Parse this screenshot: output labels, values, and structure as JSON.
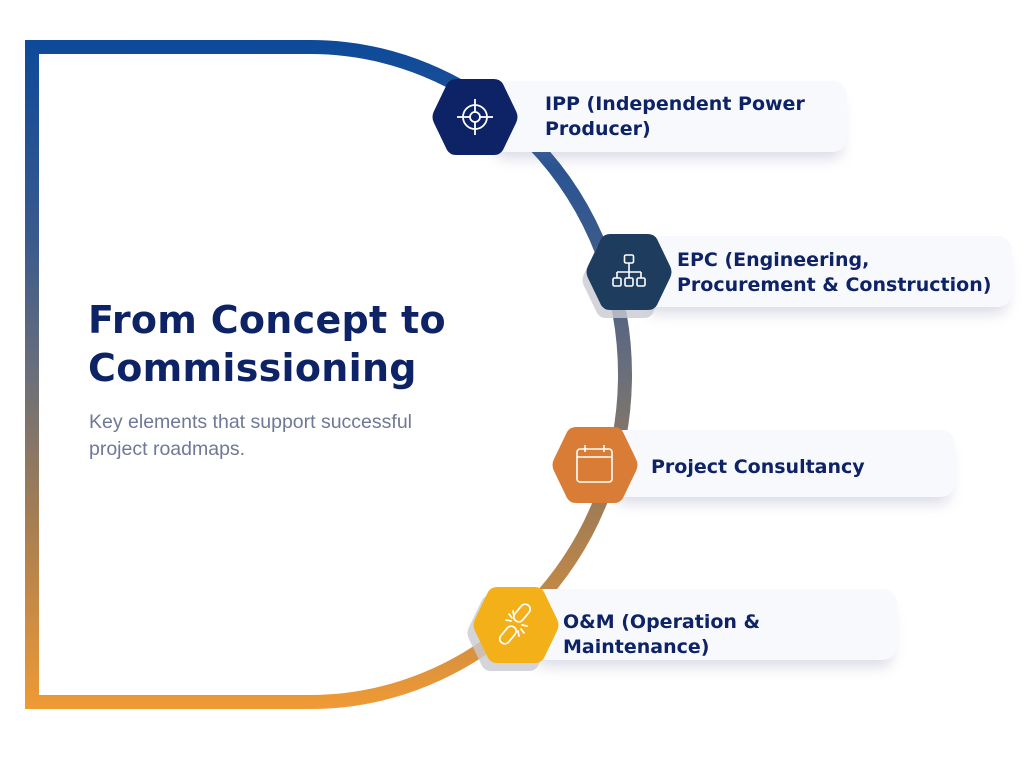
{
  "heading": {
    "title_line1": "From Concept to",
    "title_line2": "Commissioning",
    "subtitle": "Key elements that support successful project roadmaps."
  },
  "colors": {
    "frame_gradient": [
      "#0d4a9a",
      "#3b5a8c",
      "#6b6f7a",
      "#a67e52",
      "#f09a35"
    ],
    "title": "#0d2366",
    "subtitle": "#6f7896",
    "card_bg": "#f8f9fd"
  },
  "steps": [
    {
      "label_line1": "IPP (Independent Power",
      "label_line2": "Producer)",
      "icon": "target-icon",
      "color": "#0d2366"
    },
    {
      "label_line1": "EPC (Engineering,",
      "label_line2": "Procurement & Construction)",
      "icon": "hierarchy-icon",
      "color": "#1e3d5e"
    },
    {
      "label_line1": "Project Consultancy",
      "label_line2": "",
      "icon": "calendar-icon",
      "color": "#d97c36"
    },
    {
      "label_line1": "O&M (Operation &",
      "label_line2": "Maintenance)",
      "icon": "broken-link-icon",
      "color": "#f4b018"
    }
  ]
}
